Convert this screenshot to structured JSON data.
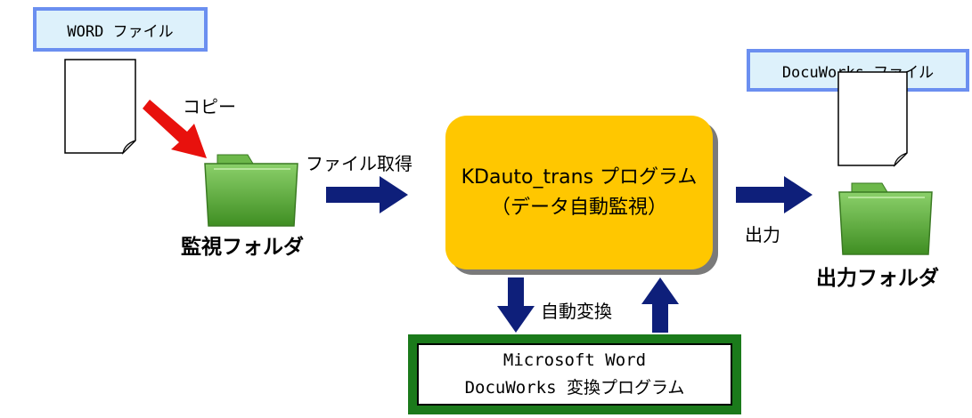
{
  "labels": {
    "word_file": "WORD ファイル",
    "docuworks_file": "DocuWorks ファイル"
  },
  "text": {
    "copy": "コピー",
    "file_get": "ファイル取得",
    "watch_folder": "監視フォルダ",
    "output": "出力",
    "output_folder": "出力フォルダ",
    "auto_convert": "自動変換"
  },
  "program": {
    "line1": "KDauto_trans プログラム",
    "line2": "（データ自動監視）"
  },
  "converter": {
    "line1": "Microsoft Word",
    "line2": "DocuWorks 変換プログラム"
  },
  "icons": {
    "document": "document-icon",
    "folder": "folder-icon"
  },
  "colors": {
    "label_fill": "#ddf1fb",
    "label_border": "#6b8ff0",
    "central_fill": "#ffc700",
    "arrow_navy": "#0e1f7a",
    "arrow_red": "#e8110d",
    "folder_green": "#5fa83a",
    "converter_frame": "#1b7a1b"
  }
}
